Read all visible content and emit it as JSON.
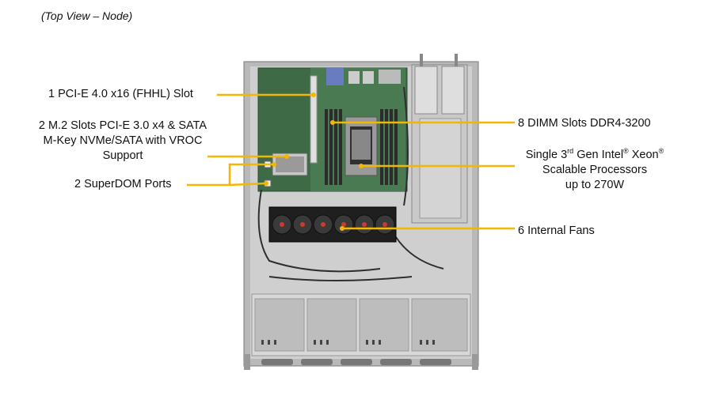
{
  "caption": "(Top View – Node)",
  "callouts": {
    "pcie_slot": "1 PCI-E 4.0 x16 (FHHL) Slot",
    "m2": {
      "line1": "2 M.2 Slots PCI-E  3.0 x4  & SATA",
      "line2": "M-Key NVMe/SATA with VROC",
      "line3": "Support"
    },
    "superdom": "2 SuperDOM Ports",
    "dimm": "8 DIMM Slots DDR4-3200",
    "cpu": {
      "line1_a": "Single 3",
      "line1_sup1": "rd",
      "line1_b": " Gen Intel",
      "line1_sup2": "®",
      "line1_c": "  Xeon",
      "line1_sup3": "®",
      "line2": "Scalable Processors",
      "line3": "up to 270W"
    },
    "fans": "6 Internal  Fans"
  },
  "colors": {
    "leader": "#f2b705",
    "chassis": "#8e8e8e",
    "board": "#3e6b46",
    "fan": "#2a2a2a"
  }
}
